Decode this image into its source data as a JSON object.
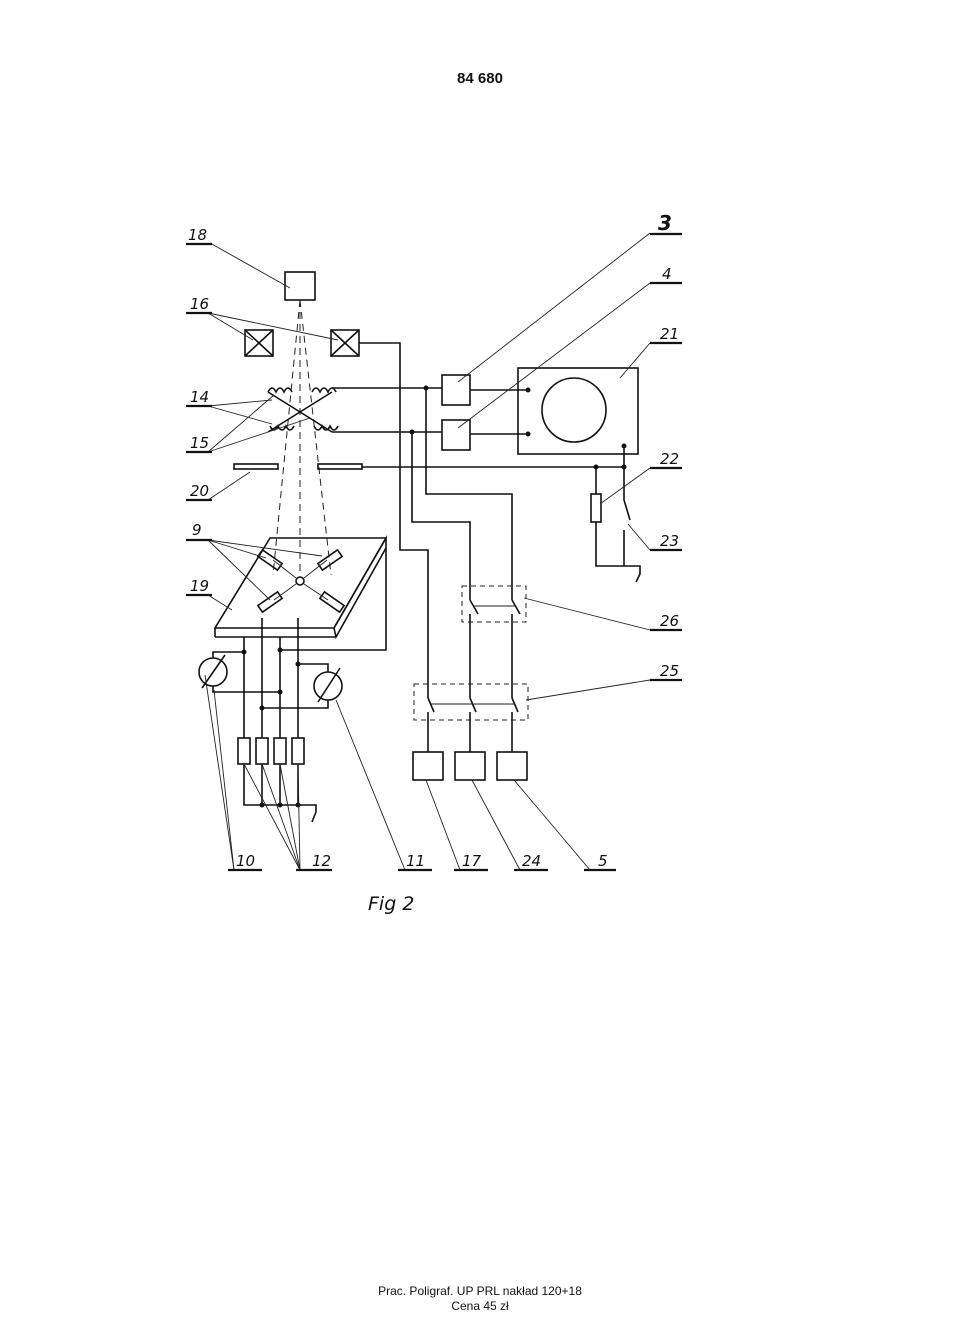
{
  "page_number": "84 680",
  "figure_caption": "Fig 2",
  "labels": {
    "l18": "18",
    "l16": "16",
    "l14": "14",
    "l15": "15",
    "l20": "20",
    "l9": "9",
    "l19": "19",
    "l3": "3",
    "l4": "4",
    "l21": "21",
    "l22": "22",
    "l23": "23",
    "l26": "26",
    "l25": "25",
    "l10": "10",
    "l12": "12",
    "l11": "11",
    "l17": "17",
    "l24": "24",
    "l5": "5"
  },
  "footer": {
    "line1": "Prac. Poligraf. UP PRL nakład 120+18",
    "line2": "Cena 45 zł"
  }
}
